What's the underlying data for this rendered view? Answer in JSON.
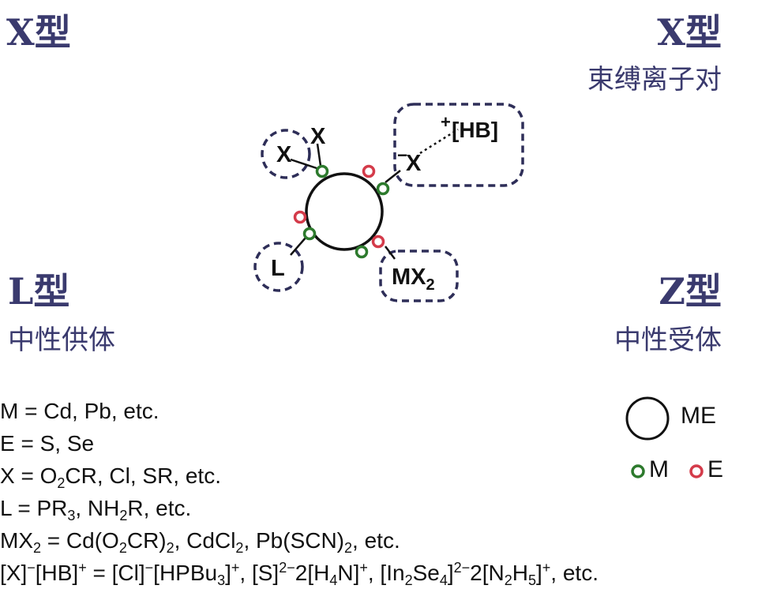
{
  "corners": {
    "top_left": {
      "type": "X型"
    },
    "top_right": {
      "type": "X型",
      "desc": "束缚离子对"
    },
    "bottom_left": {
      "type": "L型",
      "desc": "中性供体"
    },
    "bottom_right": {
      "type": "Z型",
      "desc": "中性受体"
    }
  },
  "ligands": {
    "x_top": "X",
    "x_left": "X",
    "x_charged": "X",
    "hb": "[HB]",
    "plus": "+",
    "minus": "−",
    "l": "L",
    "mx2_main": "MX",
    "mx2_sub": "2"
  },
  "definitions": {
    "m": "M = Cd, Pb, etc.",
    "e": "E = S, Se",
    "x": {
      "a": "X = O",
      "s1": "2",
      "b": "CR, Cl, SR, etc."
    },
    "l": {
      "a": "L = PR",
      "s1": "3",
      "b": ", NH",
      "s2": "2",
      "c": "R, etc."
    },
    "mx2": {
      "a": "MX",
      "s1": "2",
      "b": " = Cd(O",
      "s2": "2",
      "c": "CR)",
      "s3": "2",
      "d": ", CdCl",
      "s4": "2",
      "e": ", Pb(SCN)",
      "s5": "2",
      "f": ", etc."
    },
    "ion": {
      "p1": "[X]",
      "u1": "−",
      "p2": "[HB]",
      "u2": "+",
      "p3": " = [Cl]",
      "u3": "−",
      "p4": "[HPBu",
      "s1": "3",
      "p5": "]",
      "u4": "+",
      "p6": ", [S]",
      "u5": "2−",
      "p7": "2[H",
      "s2": "4",
      "p8": "N]",
      "u6": "+",
      "p9": ", [In",
      "s3": "2",
      "p10": "Se",
      "s4": "4",
      "p11": "]",
      "u7": "2−",
      "p12": "2[N",
      "s5": "2",
      "p13": "H",
      "s6": "5",
      "p14": "]",
      "u8": "+",
      "p15": ", etc."
    }
  },
  "legend": {
    "me": "ME",
    "m": "M",
    "e": "E"
  },
  "colors": {
    "corner_text": "#3a3a6e",
    "dashed": "#2e2e58",
    "m_dot": "#2d7a2d",
    "e_dot": "#d43b4a"
  }
}
